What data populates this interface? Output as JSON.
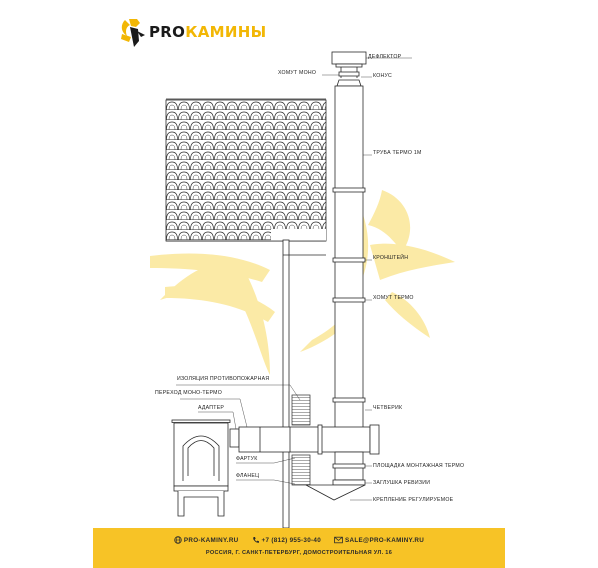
{
  "brand": {
    "name_pro": "PRO",
    "name_rest": "КАМИНЫ"
  },
  "labels": {
    "deflector": "ДЕФЛЕКТОР",
    "clamp_mono": "ХОМУТ МОНО",
    "cone": "КОНУС",
    "pipe_termo": "ТРУБА ТЕРМО 1М",
    "bracket": "КРОНШТЕЙН",
    "clamp_termo": "ХОМУТ ТЕРМО",
    "insulation": "ИЗОЛЯЦИЯ ПРОТИВОПОЖАРНАЯ",
    "transition": "ПЕРЕХОД МОНО-ТЕРМО",
    "adapter": "АДАПТЕР",
    "tee": "ЧЕТВЕРИК",
    "apron": "ФАРТУК",
    "platform": "ПЛОЩАДКА МОНТАЖНАЯ ТЕРМО",
    "flange": "ФЛАНЕЦ",
    "revision_cap": "ЗАГЛУШКА РЕВИЗИИ",
    "mount_adjustable": "КРЕПЛЕНИЕ РЕГУЛИРУЕМОЕ"
  },
  "footer": {
    "website": "PRO-KAMINY.RU",
    "phone": "+7 (812) 955-30-40",
    "email": "SALE@PRO-KAMINY.RU",
    "address": "РОССИЯ, Г. САНКТ-ПЕТЕРБУРГ, ДОМОСТРОИТЕЛЬНАЯ УЛ. 16"
  },
  "colors": {
    "accent": "#f7c326",
    "watermark": "#fbeaa6",
    "line": "#2a2a2a"
  },
  "icons": {
    "logo": "dragon-logo-icon",
    "web": "globe-icon",
    "phone": "phone-icon",
    "email": "email-icon"
  }
}
